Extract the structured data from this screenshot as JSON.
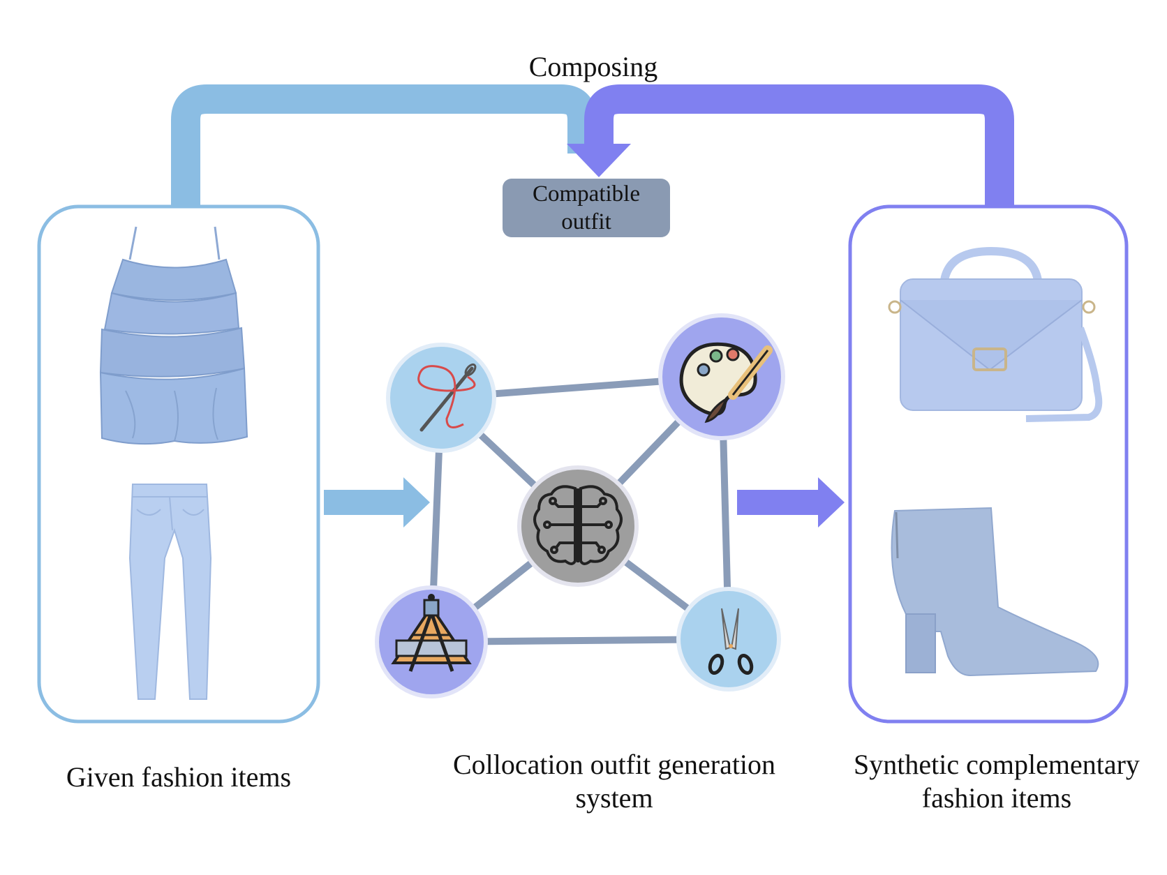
{
  "colors": {
    "left_blue": "#8bbde3",
    "right_purple": "#8080f0",
    "box_gray": "#8a9ab2",
    "link_gray": "#8a9cb8",
    "node_light": "#aad2ee",
    "node_purple": "#9fa5ee",
    "brain_gray": "#9e9e9e",
    "item_blue": "#9db7df",
    "jeans_blue": "#b9cff0",
    "bag_blue": "#b7c9ee",
    "boot_blue": "#a8bcdc"
  },
  "labels": {
    "composing": "Composing",
    "compatible": [
      "Compatible",
      "outfit"
    ],
    "given": [
      "Given fashion items"
    ],
    "system": [
      "Collocation outfit generation",
      "system"
    ],
    "synthetic": [
      "Synthetic complementary",
      "fashion items"
    ]
  },
  "given_items": [
    {
      "icon": "ruffled-top-icon"
    },
    {
      "icon": "jeans-icon"
    }
  ],
  "synthetic_items": [
    {
      "icon": "handbag-icon"
    },
    {
      "icon": "ankle-boot-icon"
    }
  ],
  "system_nodes": [
    {
      "id": "needle",
      "icon": "needle-thread-icon"
    },
    {
      "id": "palette",
      "icon": "paint-palette-icon"
    },
    {
      "id": "brain",
      "icon": "brain-circuit-icon"
    },
    {
      "id": "compass",
      "icon": "compass-ruler-icon"
    },
    {
      "id": "scissors",
      "icon": "scissors-icon"
    }
  ]
}
